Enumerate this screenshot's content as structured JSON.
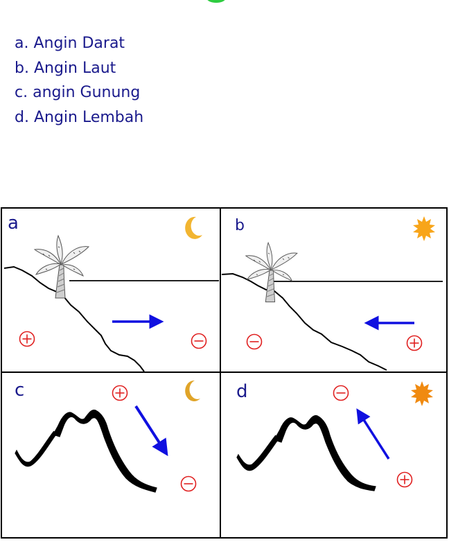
{
  "legend": {
    "items": [
      {
        "text": "a. Angin Darat"
      },
      {
        "text": "b. Angin Laut"
      },
      {
        "text": "c. angin Gunung"
      },
      {
        "text": "d. Angin Lembah"
      }
    ]
  },
  "panels": [
    {
      "label": "a",
      "scene": "coast",
      "time_icon": "moon-icon",
      "wind_direction": "to-sea",
      "land_pressure": "high",
      "sea_pressure": "low"
    },
    {
      "label": "b",
      "scene": "coast",
      "time_icon": "sun-icon",
      "wind_direction": "to-land",
      "land_pressure": "low",
      "sea_pressure": "high"
    },
    {
      "label": "c",
      "scene": "mountain",
      "time_icon": "moon-icon",
      "wind_direction": "downslope",
      "peak_pressure": "high",
      "valley_pressure": "low"
    },
    {
      "label": "d",
      "scene": "mountain",
      "time_icon": "sun-icon",
      "wind_direction": "upslope",
      "peak_pressure": "low",
      "valley_pressure": "high"
    }
  ],
  "colors": {
    "label_text": "#1a1a8c",
    "wind_arrow": "#1010e0",
    "pressure_symbol": "#e02020",
    "moon": "#f2b531",
    "sun": "#f8a51a",
    "top_mark": "#2ecc40"
  }
}
